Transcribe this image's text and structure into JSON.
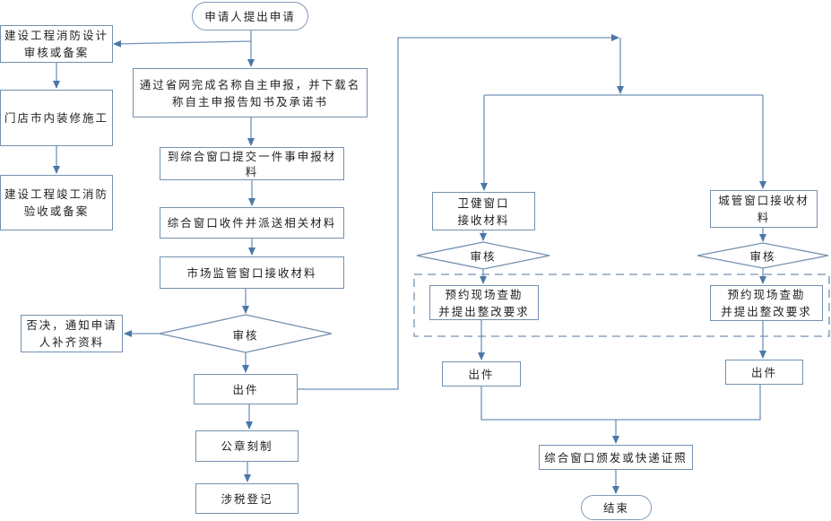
{
  "diagram": {
    "type": "flowchart",
    "colors": {
      "line": "#4a78a8",
      "border": "#7391b0",
      "dashed_group": "#7391b0"
    },
    "nodes": {
      "start": "申请人提出申请",
      "fire_design": "建设工程消防设计审核或备案",
      "renovation": "门店市内装修施工",
      "fire_acceptance": "建设工程竣工消防验收或备案",
      "online_declare": "通过省网完成名称自主申报，并下载名称自主申报告知书及承诺书",
      "submit_materials": "到综合窗口提交一件事申报材料",
      "dispatch_materials": "综合窗口收件并派送相关材料",
      "market_receive": "市场监管窗口接收材料",
      "market_review": "审核",
      "reject": "否决，通知申请人补齐资料",
      "market_issue": "出件",
      "seal": "公章刻制",
      "tax": "涉税登记",
      "health_receive": "卫健窗口接收材料",
      "health_review": "审核",
      "health_inspect": "预约现场查勘并提出整改要求",
      "health_issue": "出件",
      "urban_receive": "城管窗口接收材料",
      "urban_review": "审核",
      "urban_inspect": "预约现场查勘并提出整改要求",
      "urban_issue": "出件",
      "deliver": "综合窗口颁发或快递证照",
      "end": "结束"
    },
    "node_lines": {
      "fire_design": [
        "建设工程消防设计",
        "审核或备案"
      ],
      "fire_acceptance": [
        "建设工程竣工消防",
        "验收或备案"
      ],
      "online_declare": [
        "通过省网完成名称自主申报，并下载名",
        "称自主申报告知书及承诺书"
      ],
      "submit_materials": [
        "到综合窗口提交一件事申报材",
        "料"
      ],
      "reject": [
        "否决，通知申请",
        "人补齐资料"
      ],
      "health_receive": [
        "卫健窗口",
        "接收材料"
      ],
      "health_inspect": [
        "预约现场查勘",
        "并提出整改要求"
      ],
      "urban_receive": [
        "城管窗口接收材",
        "料"
      ],
      "urban_inspect": [
        "预约现场查勘",
        "并提出整改要求"
      ]
    },
    "edges": [
      [
        "start",
        "fire_design"
      ],
      [
        "start",
        "online_declare"
      ],
      [
        "fire_design",
        "renovation"
      ],
      [
        "renovation",
        "fire_acceptance"
      ],
      [
        "online_declare",
        "submit_materials"
      ],
      [
        "submit_materials",
        "dispatch_materials"
      ],
      [
        "dispatch_materials",
        "market_receive"
      ],
      [
        "market_receive",
        "market_review"
      ],
      [
        "market_review",
        "reject"
      ],
      [
        "market_review",
        "market_issue"
      ],
      [
        "market_issue",
        "seal"
      ],
      [
        "seal",
        "tax"
      ],
      [
        "market_issue",
        "health_receive"
      ],
      [
        "market_issue",
        "urban_receive"
      ],
      [
        "health_receive",
        "health_review"
      ],
      [
        "health_review",
        "health_inspect"
      ],
      [
        "health_inspect",
        "health_issue"
      ],
      [
        "urban_receive",
        "urban_review"
      ],
      [
        "urban_review",
        "urban_inspect"
      ],
      [
        "urban_inspect",
        "urban_issue"
      ],
      [
        "health_issue",
        "deliver"
      ],
      [
        "urban_issue",
        "deliver"
      ],
      [
        "deliver",
        "end"
      ]
    ]
  }
}
